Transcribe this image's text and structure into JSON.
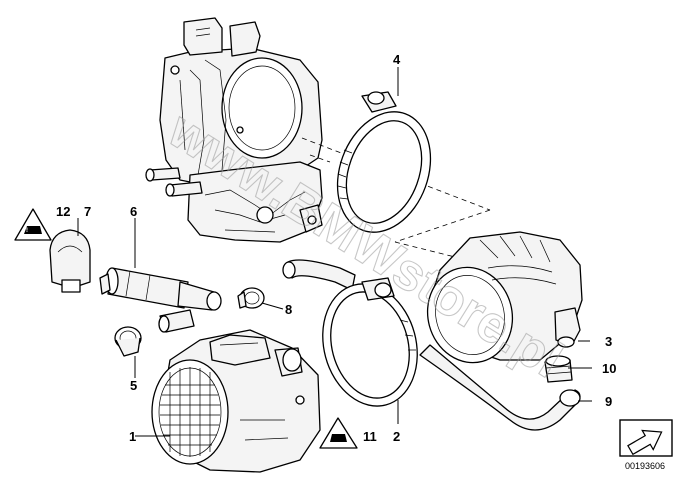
{
  "diagram": {
    "callouts": [
      {
        "id": "c1",
        "label": "1"
      },
      {
        "id": "c2",
        "label": "2"
      },
      {
        "id": "c3",
        "label": "3"
      },
      {
        "id": "c4",
        "label": "4"
      },
      {
        "id": "c5",
        "label": "5"
      },
      {
        "id": "c6",
        "label": "6"
      },
      {
        "id": "c7",
        "label": "7"
      },
      {
        "id": "c8",
        "label": "8"
      },
      {
        "id": "c9",
        "label": "9"
      },
      {
        "id": "c10",
        "label": "10"
      },
      {
        "id": "c11",
        "label": "11"
      },
      {
        "id": "c12",
        "label": "12"
      }
    ],
    "reference_number": "00193606",
    "watermark": "www.BMWstore.pl",
    "icons": {
      "warning_triangle": "warning-triangle-icon",
      "corner_arrow": "arrow-down-right-icon"
    },
    "colors": {
      "line": "#000000",
      "background": "#ffffff",
      "watermark": "#9a9a9a",
      "part_fill": "#f4f4f4"
    }
  }
}
